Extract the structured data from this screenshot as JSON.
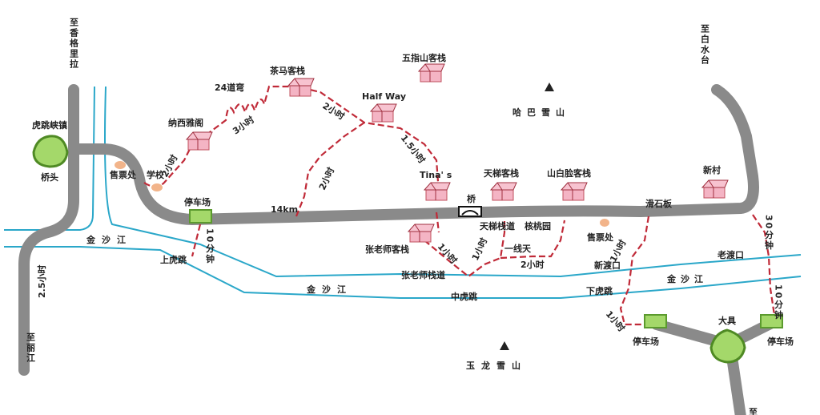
{
  "colors": {
    "road": "#8a8a8a",
    "river": "#2aa7c9",
    "trail": "#c02a38",
    "house": "#f4b4c4",
    "parking": "#a4d86a"
  },
  "directions": {
    "shangri_la": "至香格里拉",
    "lijiang": "至丽江",
    "baishuitai": "至白水台",
    "bottom": "至"
  },
  "towns": {
    "hutiaoxia": "虎跳峡镇",
    "qiaotou": "桥头",
    "daju": "大具"
  },
  "places": {
    "ticket1": "售票处",
    "school": "学校",
    "naxi": "纳西雅阁",
    "bends": "24道弯",
    "chama": "茶马客栈",
    "wuzhishan": "五指山客栈",
    "halfway": "Half Way",
    "haba": "哈巴雪山",
    "parking1": "停车场",
    "km14": "14km",
    "tinas": "Tina' s",
    "tianti_inn": "天梯客栈",
    "shanbailian": "山白脸客栈",
    "bridge": "桥",
    "xincun": "新村",
    "huashiban": "滑石板",
    "tianti_path": "天梯栈道",
    "hetaoyuan": "核桃园",
    "ticket2": "售票处",
    "zhang_inn": "张老师客栈",
    "yixiantian": "一线天",
    "zhang_path": "张老师栈道",
    "xindukou": "新渡口",
    "laodukou": "老渡口",
    "river1": "金沙江",
    "river2": "金沙江",
    "river3": "金沙江",
    "shanghutiao": "上虎跳",
    "zhonghutiao": "中虎跳",
    "xiahutiao": "下虎跳",
    "parking2": "停车场",
    "parking3": "停车场",
    "yulong": "玉龙雪山"
  },
  "times": {
    "t_school_naxi": "2小时",
    "t_naxi_chama": "3小时",
    "t_chama_halfway": "2小时",
    "t_halfway_tinas": "1.5小时",
    "t_14km_halfway": "2小时",
    "t_shanghutiao": "10分钟",
    "t_lijiang": "2.5小时",
    "t_zhang": "1小时",
    "t_tianti": "1小时",
    "t_yixiantian": "2小时",
    "t_xindukou": "1小时",
    "t_parking2": "1小时",
    "t_30min": "30分钟",
    "t_10min": "10分钟"
  },
  "icons": [
    "house-icon",
    "parking-icon",
    "mountain-icon",
    "bridge-icon",
    "town-icon",
    "ticket-office-icon"
  ]
}
